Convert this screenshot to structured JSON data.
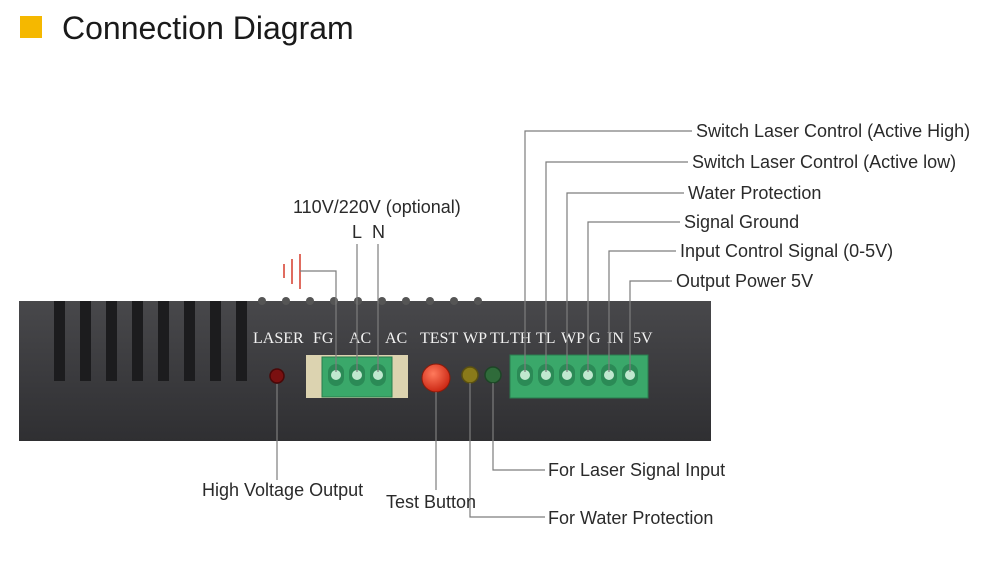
{
  "title": "Connection Diagram",
  "colors": {
    "accent": "#f5b800",
    "panel": "#3a3a3d",
    "terminal": "#3aa86a",
    "test_button": "#e6341e",
    "wp_led": "#8a7a1a",
    "tl_led": "#2f6b3a",
    "laser_led": "#7a1010"
  },
  "input_power": {
    "label": "110V/220V (optional)",
    "l": "L",
    "n": "N"
  },
  "panel_labels": {
    "laser": "LASER",
    "fg": "FG",
    "ac1": "AC",
    "ac2": "AC",
    "test": "TEST",
    "wp": "WP",
    "tl": "TL",
    "th": "TH",
    "tl2": "TL",
    "wp2": "WP",
    "g": "G",
    "in": "IN",
    "v5": "5V"
  },
  "callouts": {
    "switch_high": "Switch Laser Control (Active High)",
    "switch_low": "Switch Laser Control (Active low)",
    "water_protection": "Water Protection",
    "signal_ground": "Signal Ground",
    "input_control": "Input Control Signal (0-5V)",
    "output_power": "Output Power 5V",
    "high_voltage": "High Voltage Output",
    "test_button": "Test Button",
    "laser_signal_input": "For Laser Signal Input",
    "water_protection_led": "For Water Protection"
  }
}
